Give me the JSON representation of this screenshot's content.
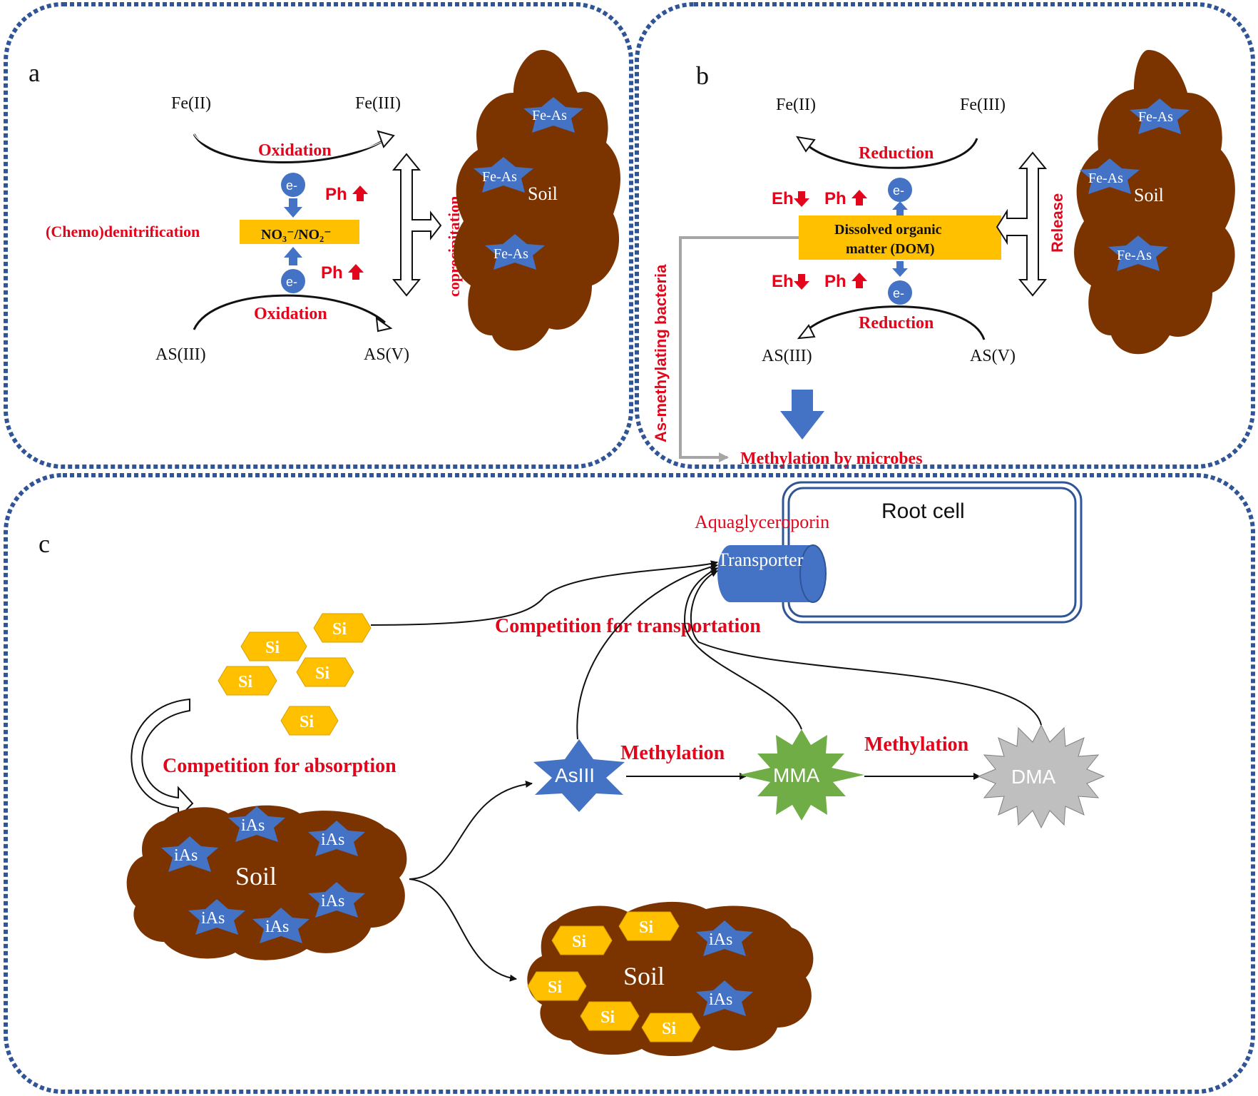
{
  "colors": {
    "border": "#2f5597",
    "soil": "#7b3300",
    "star_blue": "#4472c4",
    "dom_yellow": "#ffc000",
    "si_yellow": "#ffc000",
    "red_label": "#e3051b",
    "mma_green": "#70ad47",
    "dma_gray": "#bfbfbf",
    "arrow_gray": "#a6a6a6"
  },
  "panel_a": {
    "label": "a",
    "fe2": "Fe(II)",
    "fe3": "Fe(III)",
    "oxidation_top": "Oxidation",
    "oxidation_bottom": "Oxidation",
    "electron": "e-",
    "ph_top": "Ph",
    "ph_bottom": "Ph",
    "denitrification": "(Chemo)denitrification",
    "no_box": "NO₃⁻/NO₂⁻",
    "as3": "AS(III)",
    "as5": "AS(V)",
    "coprecipitation": "coprecipitation",
    "soil": "Soil",
    "fe_as": "Fe-As"
  },
  "panel_b": {
    "label": "b",
    "fe2": "Fe(II)",
    "fe3": "Fe(III)",
    "reduction_top": "Reduction",
    "reduction_bottom": "Reduction",
    "electron": "e-",
    "eh_ph_top": "Eh",
    "ph_top": "Ph",
    "eh_ph_bottom": "Eh",
    "ph_bottom": "Ph",
    "dom_line1": "Dissolved organic",
    "dom_line2": "matter (DOM)",
    "release": "Release",
    "as3": "AS(III)",
    "as5": "AS(V)",
    "methylating_bacteria": "As-methylating bacteria",
    "methylation_microbes": "Methylation by microbes",
    "soil": "Soil",
    "fe_as": "Fe-As"
  },
  "panel_c": {
    "label": "c",
    "aquaglyceroporin": "Aquaglyceroporin",
    "root_cell": "Root cell",
    "transporter": "Transporter",
    "competition_transport": "Competition for transportation",
    "competition_absorption": "Competition for absorption",
    "si": "Si",
    "ias": "iAs",
    "soil": "Soil",
    "as3": "AsIII",
    "methylation_1": "Methylation",
    "mma": "MMA",
    "methylation_2": "Methylation",
    "dma": "DMA"
  }
}
